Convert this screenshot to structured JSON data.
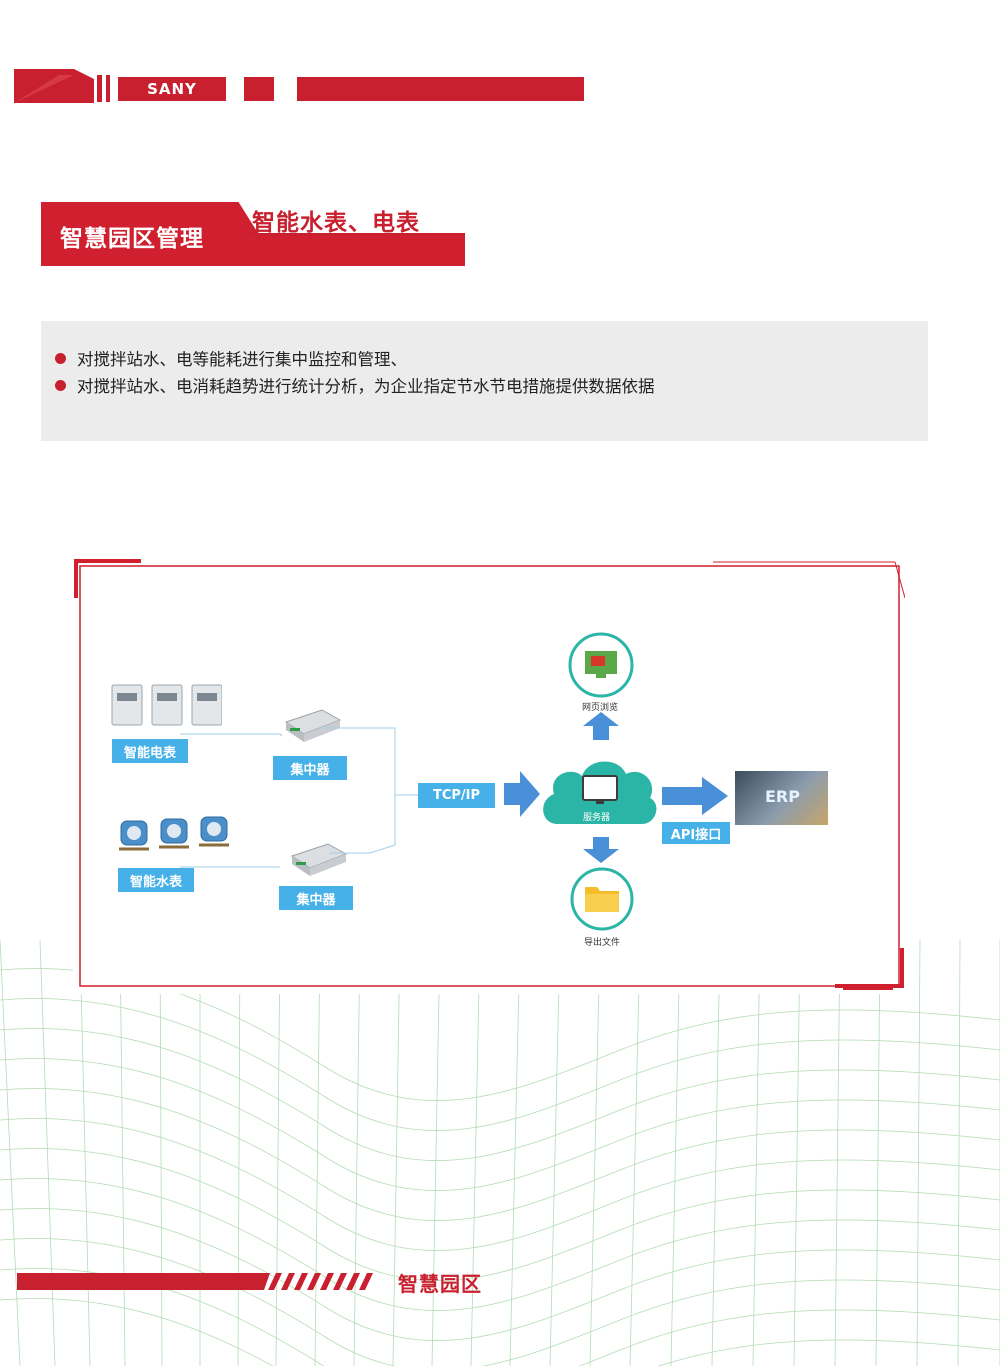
{
  "header": {
    "brand": "SANY"
  },
  "section": {
    "title": "智慧园区管理",
    "subtitle": "智能水表、电表"
  },
  "bullets": [
    "对搅拌站水、电等能耗进行集中监控和管理、",
    "对搅拌站水、电消耗趋势进行统计分析，为企业指定节水节电措施提供数据依据"
  ],
  "diagram": {
    "electric_meter_label": "智能电表",
    "water_meter_label": "智能水表",
    "concentrator_label_top": "集中器",
    "concentrator_label_bottom": "集中器",
    "protocol_label": "TCP/IP",
    "server_label": "服务器",
    "web_label": "网页浏览",
    "export_label": "导出文件",
    "api_label": "API接口",
    "erp_label": "ERP"
  },
  "footer": {
    "label": "智慧园区"
  },
  "colors": {
    "brand_red": "#c8202f",
    "label_blue": "#45b1e8",
    "server_teal": "#26b3a8",
    "wave_green": "#9ccf9e"
  }
}
